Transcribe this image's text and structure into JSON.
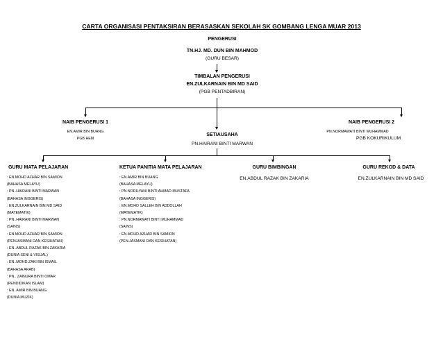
{
  "title": "CARTA ORGANISASI PENTAKSIRAN BERASASKAN SEKOLAH SK GOMBANG LENGA MUAR 2013",
  "pengerusi": {
    "heading": "PENGERUSI",
    "name": "TN.HJ. MD. DUN BIN MAHMOD",
    "role": "(GURU BESAR)"
  },
  "timbalan": {
    "heading": "TIMBALAN PENGERUSI",
    "name": "EN.ZULKARNAIN BIN MD SAID",
    "role": "(PGB PENTADBIRAN)"
  },
  "naib1": {
    "heading": "NAIB PENGERUSI 1",
    "name": "EN.AMIR BIN BUANG",
    "role": "PGB HEM"
  },
  "setiausaha": {
    "heading": "SETIAUSAHA",
    "name": "PN.HAIRANI BINTI MARWAN"
  },
  "naib2": {
    "heading": "NAIB PENGERUSI 2",
    "name": "PN.NORMAWATI BINTI MUHAMMAD",
    "role": "PGB KOKURIKULUM"
  },
  "guru_mp": {
    "heading": "GURU MATA PELAJARAN",
    "lines": [
      ": EN.MOHD AZHAR BIN SAMION",
      "(BAHASA MELAYU)",
      ": PN..HAIRANI BINTI MARWAN",
      "(BAHASA INGGERIS)",
      ": EN.ZULKARNAIN BIN MD SAID",
      "(MATEMATIK)",
      ": PN..HAIRANI BINTI MARWAN",
      "(SAINS)",
      ": EN.MOHD AZHAR BIN SAMION",
      "(PENJASMANI DAN KESIHATAN)",
      ": EN..ABDUL RAZAK BIN ZAKARIA",
      "(DUNIA SENI & VISUAL)",
      ": EN..MOHD.ZAKI BIN ISMAIL",
      "(BAHASA ARAB)",
      ": PN.. ZAINURA BINTI OMAR",
      "(PENDIDIKAN ISLAM)",
      ": EN..AMIR BIN BUANG",
      "(DUNIA MUZIK)"
    ]
  },
  "ketua_panitia": {
    "heading": "KETUA PANITIA MATA PELAJARAN",
    "lines": [
      ": EN.AMIR BIN BUANG",
      "(BAHASA MELAYU)",
      ": PN.NORILYANI BINTI AHMAD MUSTAFA",
      "(BAHASA INGGERIS)",
      ": EN.MOHD SALLEH BIN ADDOLLAH",
      "(MATEMATIK)",
      ": PN.NORMAWATI BINTI MUHAMMAD",
      "(SAINS)",
      ": EN.MOHD AZHAR BIN SAMION",
      "(PEN.JASMANI DAN KESIHATAN)"
    ]
  },
  "guru_bimbingan": {
    "heading": "GURU BIMBINGAN",
    "name": "EN.ABDUL RAZAK BIN ZAKARIA"
  },
  "guru_rekod": {
    "heading": "GURU REKOD & DATA",
    "name": "EN.ZULKARNAIN BIN MD SAID"
  }
}
